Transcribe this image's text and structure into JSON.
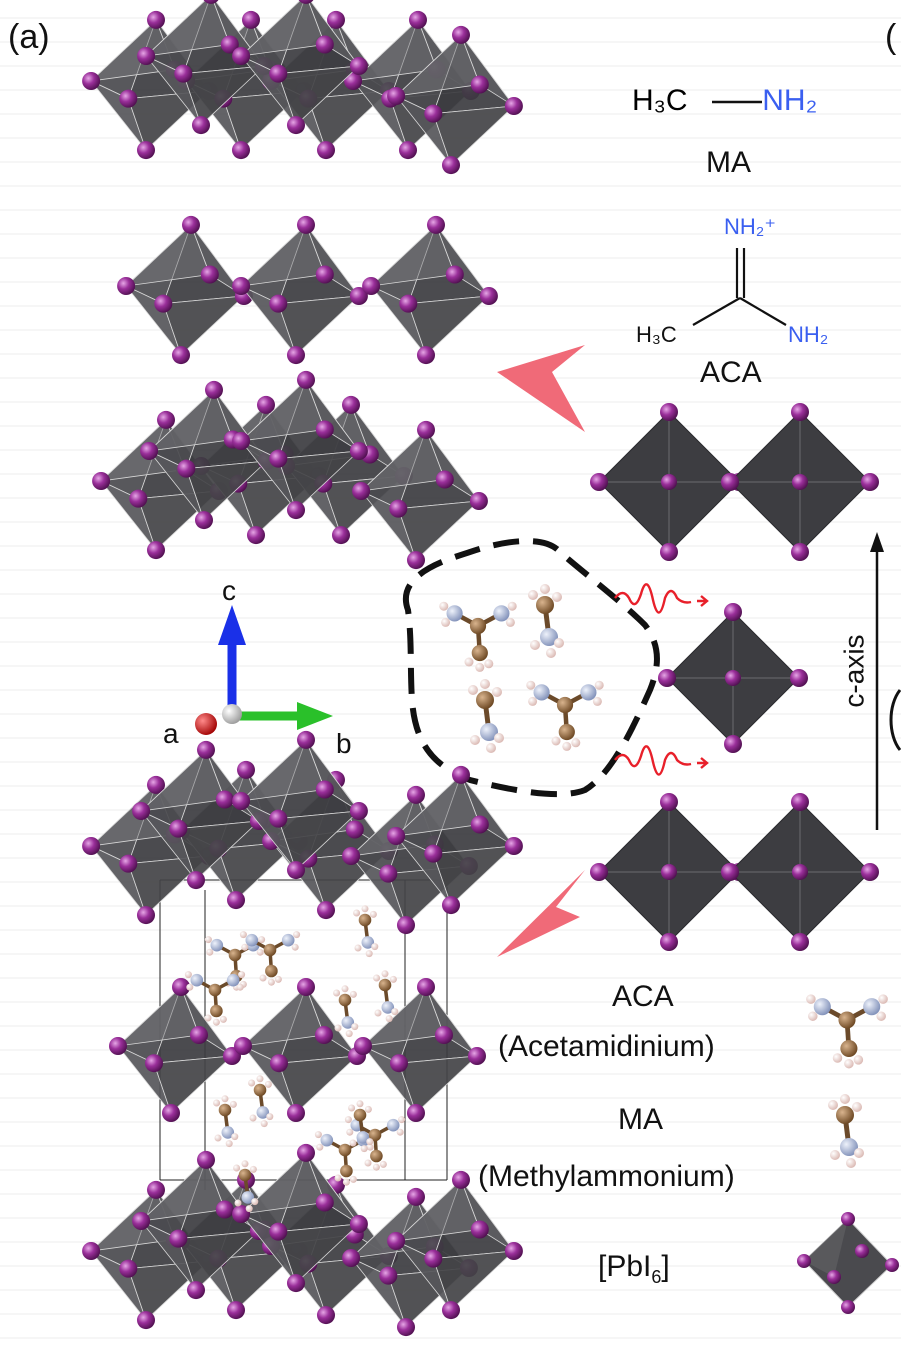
{
  "panel": {
    "label_a": "(a)",
    "label_b_partial": "("
  },
  "formulas": {
    "ma": {
      "left": "H₃C",
      "dash": "—",
      "right": "NH₂",
      "name": "MA"
    },
    "aca": {
      "top": "NH₂⁺",
      "left": "H₃C",
      "right": "NH₂",
      "name": "ACA"
    }
  },
  "axes": {
    "c": "c",
    "a": "a",
    "b": "b"
  },
  "caxis_label": "c-axis",
  "legend": {
    "aca_line1": "ACA",
    "aca_line2": "(Acetamidinium)",
    "ma_line1": "MA",
    "ma_line2": "(Methylammonium)",
    "pbi6_base": "[PbI",
    "pbi6_sub": "6",
    "pbi6_close": "]"
  },
  "colors": {
    "octahedron": "#4a4a4e",
    "iodine": "#8e2a8e",
    "carbon": "#8a6240",
    "nitrogen": "#a9b6d6",
    "hydrogen": "#f3e6e4",
    "arrow_pink": "#f06a78",
    "wave_red": "#e8202a",
    "axis_c": "#1a30e8",
    "axis_b": "#2ac02a",
    "axis_a": "#d01010"
  }
}
